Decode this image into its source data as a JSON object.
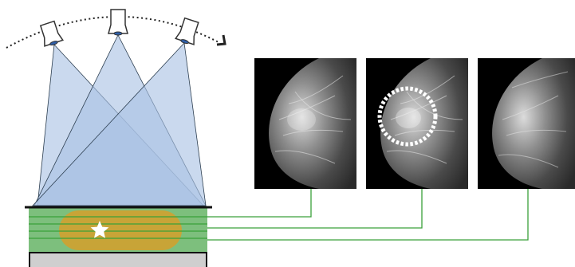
{
  "colors": {
    "beam_fill": "#a9c1e3",
    "beam_stroke": "#2c3e50",
    "tube_fill": "#ffffff",
    "tube_stroke": "#333333",
    "tube_focus": "#2f5fa8",
    "arc": "#222222",
    "plate": "#111111",
    "tissue_band": "#7dbf7d",
    "breast_fill": "#c8a437",
    "detector_fill": "#cfcfcf",
    "slice_lines": "#3aa03a",
    "connector": "#3aa03a",
    "highlight_circle": "#ffffff",
    "star": "#ffffff"
  },
  "icons": {
    "sources": "xray-tube-icon",
    "rotation": "rotation-arrow-icon",
    "lesion": "star-icon"
  },
  "projections": [
    {
      "name": "left-angle"
    },
    {
      "name": "center"
    },
    {
      "name": "right-angle"
    }
  ],
  "slices": [
    {
      "name": "slice-1",
      "highlighted": false
    },
    {
      "name": "slice-2",
      "highlighted": true
    },
    {
      "name": "slice-3",
      "highlighted": false
    }
  ]
}
